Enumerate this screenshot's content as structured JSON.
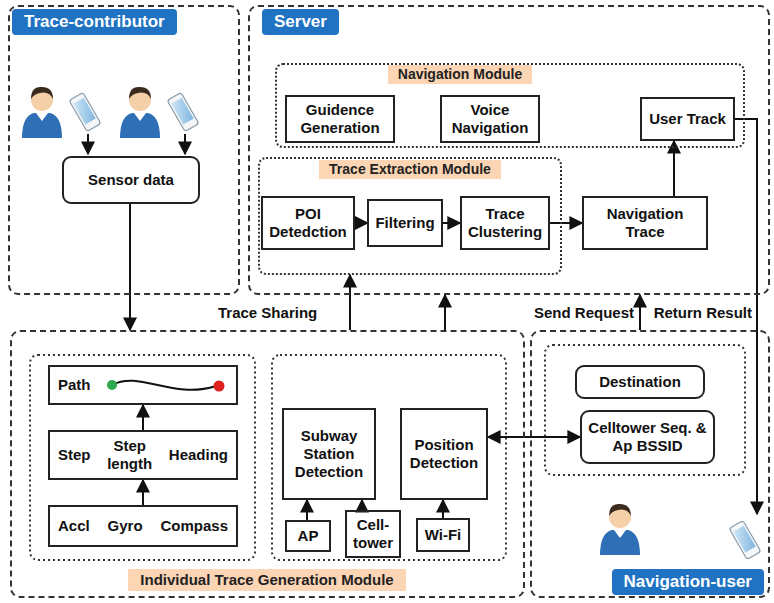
{
  "diagram": {
    "nodes": [
      {
        "text": [
          "Trace-contributor"
        ]
      },
      {
        "text": [
          "Sensor data"
        ],
        "in": 0
      },
      {
        "text": [
          "Server"
        ]
      },
      {
        "text": [
          "Navigation Module"
        ],
        "in": 2
      },
      {
        "text": [
          "Guidence Generation"
        ],
        "in": 3
      },
      {
        "text": [
          "Voice Navigation"
        ],
        "in": 3
      },
      {
        "text": [
          "User Track"
        ],
        "in": 3
      },
      {
        "text": [
          "Trace Extraction Module"
        ],
        "in": 2
      },
      {
        "text": [
          "POI Detedction"
        ],
        "in": 7
      },
      {
        "text": [
          "Filtering"
        ],
        "in": 7
      },
      {
        "text": [
          "Trace Clustering"
        ],
        "in": 7
      },
      {
        "text": [
          "Navigation Trace"
        ],
        "in": 2
      },
      {
        "text": [
          "Individual Trace Generation Module"
        ]
      },
      {
        "text": [
          "Path"
        ],
        "in": 12
      },
      {
        "text": [
          "Step",
          "Step length",
          "Heading"
        ],
        "in": 12
      },
      {
        "text": [
          "Accl",
          "Gyro",
          "Compass"
        ],
        "in": 12
      },
      {
        "text": [
          "Subway Station Detection"
        ],
        "in": 12
      },
      {
        "text": [
          "AP"
        ],
        "in": 12
      },
      {
        "text": [
          "Cell- tower"
        ],
        "in": 12
      },
      {
        "text": [
          "Position Detection"
        ],
        "in": 12
      },
      {
        "text": [
          "Wi-Fi"
        ],
        "in": 12
      },
      {
        "text": [
          "Navigation-user"
        ]
      },
      {
        "text": [
          "Destination"
        ],
        "in": 21
      },
      {
        "text": [
          "Celltower Seq. & Ap BSSID"
        ],
        "in": 21
      }
    ],
    "edges": [
      {
        "from": 1,
        "to": 12,
        "arrow": "to"
      },
      {
        "from": 12,
        "to": 7,
        "label": "Trace Sharing",
        "arrow": "to"
      },
      {
        "from": 12,
        "to": 2,
        "arrow": "to"
      },
      {
        "from": 8,
        "to": 9,
        "arrow": "to"
      },
      {
        "from": 9,
        "to": 10,
        "arrow": "to"
      },
      {
        "from": 10,
        "to": 11,
        "arrow": "to"
      },
      {
        "from": 11,
        "to": 6,
        "arrow": "to"
      },
      {
        "from": 21,
        "to": 2,
        "label": "Send Request",
        "arrow": "to"
      },
      {
        "from": 6,
        "to": 21,
        "label": "Return Result",
        "arrow": "to"
      },
      {
        "from": 23,
        "to": 19,
        "arrow": "both"
      },
      {
        "from": 17,
        "to": 16,
        "arrow": "to"
      },
      {
        "from": 18,
        "to": 16,
        "arrow": "to"
      },
      {
        "from": 20,
        "to": 19,
        "arrow": "to"
      },
      {
        "from": 15,
        "to": 14,
        "arrow": "to"
      },
      {
        "from": 14,
        "to": 13,
        "arrow": "to"
      }
    ]
  }
}
